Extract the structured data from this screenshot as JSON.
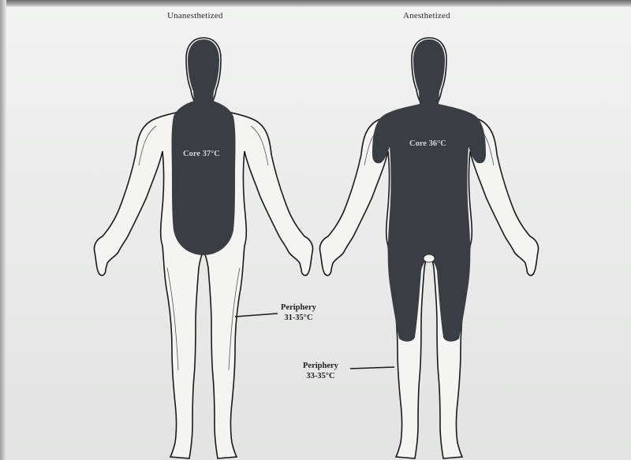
{
  "left_figure": {
    "heading": "Unanesthetized",
    "core_label": "Core 37°C",
    "periphery_title": "Periphery",
    "periphery_range": "31-35°C"
  },
  "right_figure": {
    "heading": "Anesthetized",
    "core_label": "Core 36°C",
    "periphery_title": "Periphery",
    "periphery_range": "33-35°C"
  },
  "colors": {
    "core_fill": "#3a3d41",
    "outline": "#1a1a1a",
    "skin": "#f4f4f2"
  }
}
